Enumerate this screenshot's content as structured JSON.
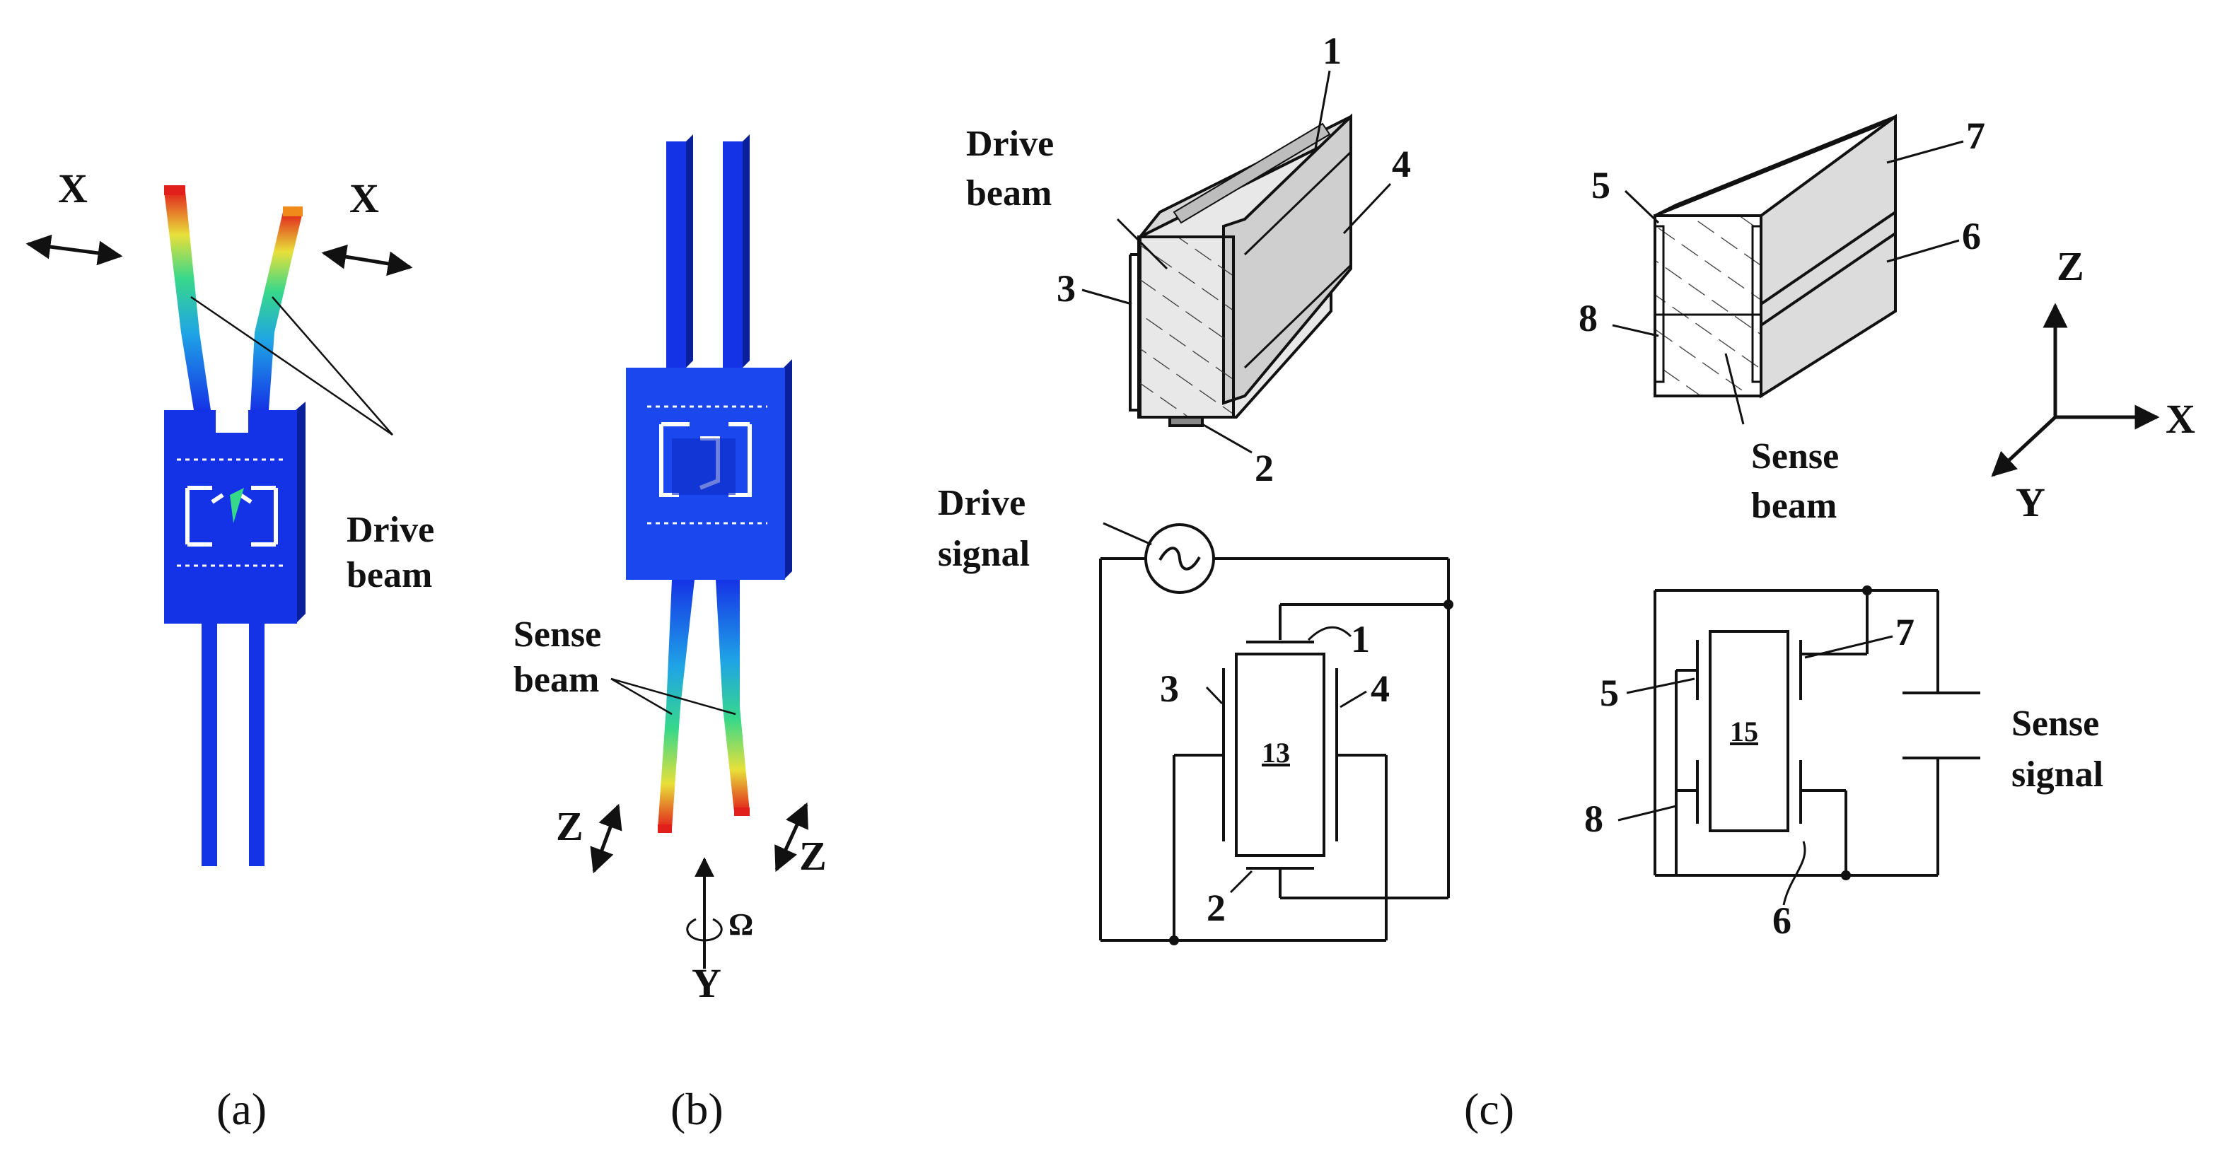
{
  "panel_a": {
    "axis_left": "X",
    "axis_right": "X",
    "label_line1": "Drive",
    "label_line2": "beam",
    "caption": "(a)"
  },
  "panel_b": {
    "label_line1": "Sense",
    "label_line2": "beam",
    "axis_z_left": "Z",
    "axis_z_right": "Z",
    "omega": "Ω",
    "axis_y": "Y",
    "caption": "(b)"
  },
  "panel_c": {
    "drive_beam_line1": "Drive",
    "drive_beam_line2": "beam",
    "sense_beam_line1": "Sense",
    "sense_beam_line2": "beam",
    "drive_signal_line1": "Drive",
    "drive_signal_line2": "signal",
    "sense_signal_line1": "Sense",
    "sense_signal_line2": "signal",
    "numbers": {
      "n1": "1",
      "n2": "2",
      "n3": "3",
      "n4": "4",
      "n5": "5",
      "n6": "6",
      "n7": "7",
      "n8": "8",
      "c1": "1",
      "c2": "2",
      "c3": "3",
      "c4": "4",
      "c5": "5",
      "c6": "6",
      "c7": "7",
      "c8": "8"
    },
    "drive_block": "13",
    "sense_block": "15",
    "axis_x": "X",
    "axis_y": "Y",
    "axis_z": "Z",
    "caption": "(c)"
  },
  "colors": {
    "beam_blue": "#1533e6",
    "beam_dark": "#0a1f9a",
    "gradient_green": "#37d88a",
    "gradient_yellow": "#e8e03a",
    "gradient_red": "#e2201b",
    "line": "#111111"
  }
}
